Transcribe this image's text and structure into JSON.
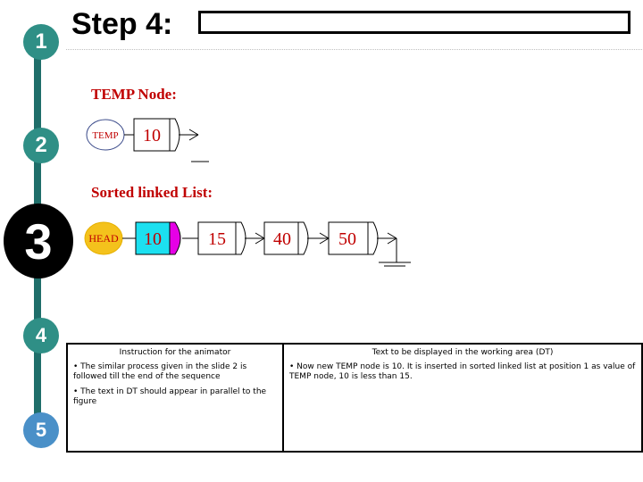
{
  "header": {
    "title": "Step 4:"
  },
  "steps": [
    {
      "label": "1"
    },
    {
      "label": "2"
    },
    {
      "label": "3"
    },
    {
      "label": "4"
    },
    {
      "label": "5"
    }
  ],
  "diagram": {
    "temp_section_label": "TEMP Node:",
    "temp_node": {
      "pointer_label": "TEMP",
      "value": "10"
    },
    "list_section_label": "Sorted linked List:",
    "list": {
      "head_label": "HEAD",
      "nodes": [
        {
          "value": "10"
        },
        {
          "value": "15"
        },
        {
          "value": "40"
        },
        {
          "value": "50"
        }
      ]
    }
  },
  "table": {
    "left_header": "Instruction for the animator",
    "right_header": "Text to be displayed in the working area (DT)",
    "left_bullets": [
      "The similar process  given in the slide 2 is followed till the end of the sequence",
      "The text in DT should appear  in parallel to the figure"
    ],
    "right_bullets": [
      "Now  new  TEMP node is 10. It is inserted in sorted linked list at position 1 as value of TEMP node, 10 is less than 15."
    ]
  }
}
